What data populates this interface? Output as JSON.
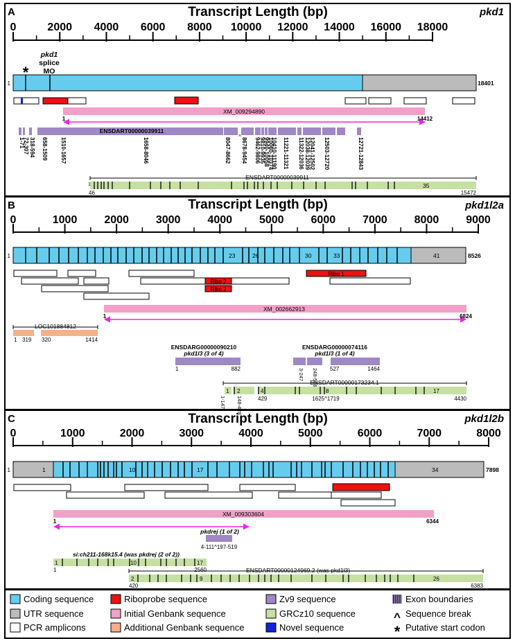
{
  "axis_title": "Transcript Length (bp)",
  "panels": [
    {
      "letter": "A",
      "gene": "pkd1",
      "ticks": [
        "0",
        "2000",
        "4000",
        "6000",
        "8000",
        "10000",
        "12000",
        "14000",
        "16000",
        "18000"
      ],
      "start_label": "1",
      "end_label": "18401",
      "star": "*",
      "mo_label": [
        "pkd1",
        "splice",
        "MO"
      ],
      "genbank": {
        "name": "XM_009294890",
        "start": "1",
        "end": "14412"
      },
      "zv9": {
        "name": "ENSDART00000039911",
        "labels": [
          "1-71",
          "72-307",
          "318-594",
          "658-1509",
          "1510-1657",
          "1658-8046",
          "8047-8662",
          "8678-9454",
          "9462-9806",
          "9810-9935",
          "9940-10058",
          "10060-10374",
          "10410-11190",
          "11221-11321",
          "11322-12036",
          "12038-12039",
          "12041-12502",
          "12503-12720",
          "12721-12843"
        ]
      },
      "grcz10": {
        "name": "ENSDART00000039911",
        "start": "1",
        "start2": "46",
        "end": "15472",
        "exon": "35"
      }
    },
    {
      "letter": "B",
      "gene": "pkd1l2a",
      "ticks": [
        "0",
        "1000",
        "2000",
        "3000",
        "4000",
        "5000",
        "6000",
        "7000",
        "8000",
        "9000"
      ],
      "start_label": "1",
      "end_label": "8526",
      "exons": [
        "23",
        "26",
        "30",
        "33",
        "41"
      ],
      "ribo": [
        "Ribo 1",
        "Ribo 2",
        "Ribo 2"
      ],
      "genbank": {
        "name": "XM_002662913",
        "start": "1",
        "end": "6824"
      },
      "additional": {
        "name": "LOC101884812",
        "labels": [
          "1",
          "319",
          "320",
          "1414"
        ]
      },
      "zv9_a": {
        "name": "ENSDARG00000090210",
        "subtitle": "pkd1l3 (3 of 4)",
        "start": "1",
        "end": "882"
      },
      "zv9_b": {
        "name": "ENSDARG00000074116",
        "subtitle": "pkd1l3 (1 of 4)",
        "labels": [
          "3-247",
          "248-526",
          "527",
          "1464"
        ]
      },
      "grcz10": {
        "name": "ENSDART00000173234.1",
        "exons": [
          "1",
          "2",
          "4",
          "8",
          "17"
        ],
        "labels": [
          "1-147",
          "148-428",
          "429",
          "1625^1719",
          "4430"
        ]
      }
    },
    {
      "letter": "C",
      "gene": "pkd1l2b",
      "ticks": [
        "0",
        "1000",
        "2000",
        "3000",
        "4000",
        "5000",
        "6000",
        "7000",
        "8000"
      ],
      "start_label": "1",
      "end_label": "7898",
      "exons": [
        "1",
        "10",
        "17",
        "34"
      ],
      "genbank": {
        "name": "XM_009303604",
        "start": "1",
        "end": "6344"
      },
      "zv9": {
        "name": "pkdrej (1 of 2)",
        "label": "4-111^197-519"
      },
      "grcz10_a": {
        "name": "si:ch211-168k15.4 (was pkdrej (2 of 2))",
        "exons": [
          "1",
          "10",
          "17"
        ],
        "start": "1",
        "end": "2560"
      },
      "grcz10_b": {
        "name": "ENSDART00000124969.2 (was pkd1l3)",
        "exons": [
          "2",
          "9",
          "26"
        ],
        "start": "420",
        "end": "6383"
      }
    }
  ],
  "legend": [
    {
      "label": "Coding sequence",
      "icon": "blue-square",
      "color": "#66ccee"
    },
    {
      "label": "UTR sequence",
      "icon": "gray-square",
      "color": "#bbbbbb"
    },
    {
      "label": "PCR amplicons",
      "icon": "white-square",
      "color": "#ffffff"
    },
    {
      "label": "Riboprobe sequence",
      "icon": "red-square",
      "color": "#ee1111"
    },
    {
      "label": "Initial Genbank sequence",
      "icon": "pink-square",
      "color": "#f2a0c8"
    },
    {
      "label": "Additional Genbank sequence",
      "icon": "orange-square",
      "color": "#f5b08a"
    },
    {
      "label": "Zv9 sequence",
      "icon": "purple-square",
      "color": "#a088c6"
    },
    {
      "label": "GRCz10 sequence",
      "icon": "green-square",
      "color": "#c6e0a4"
    },
    {
      "label": "Novel sequence",
      "icon": "dark-blue-square",
      "color": "#1122dd"
    },
    {
      "label": "Exon boundaries",
      "icon": "exon-boundary-lines"
    },
    {
      "label": "Sequence break",
      "icon": "caret-symbol",
      "symbol": "^"
    },
    {
      "label": "Putative start codon",
      "icon": "asterisk-symbol",
      "symbol": "*"
    }
  ]
}
